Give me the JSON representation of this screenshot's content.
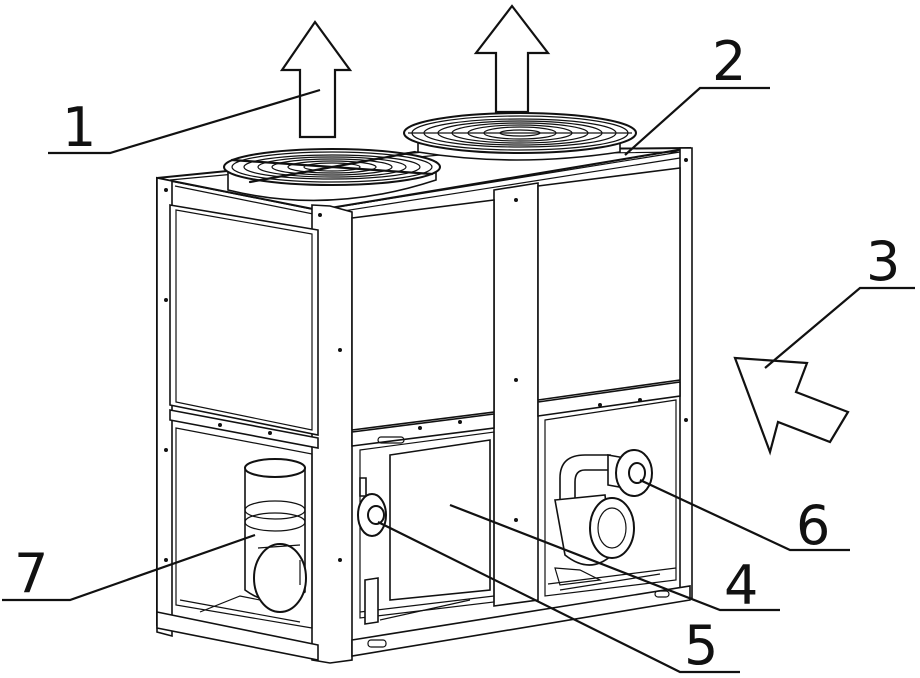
{
  "callouts": [
    {
      "id": "callout-1",
      "label": "1"
    },
    {
      "id": "callout-2",
      "label": "2"
    },
    {
      "id": "callout-3",
      "label": "3"
    },
    {
      "id": "callout-4",
      "label": "4"
    },
    {
      "id": "callout-5",
      "label": "5"
    },
    {
      "id": "callout-6",
      "label": "6"
    },
    {
      "id": "callout-7",
      "label": "7"
    }
  ],
  "colors": {
    "line": "#111111",
    "background": "#ffffff"
  }
}
